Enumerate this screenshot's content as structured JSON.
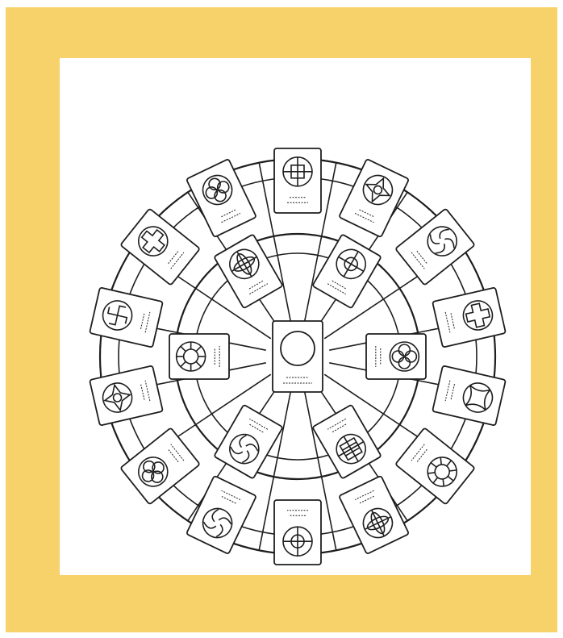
{
  "colors": {
    "frame": "#F7D26A",
    "panel": "#FFFFFF",
    "ink": "#1E1E1E"
  },
  "diagram": {
    "rings": 3,
    "radial_spokes": 16,
    "center_card": {
      "icon": "plain-circle-icon",
      "label": "",
      "caption": ""
    },
    "cards": [
      {
        "ring": "outer",
        "icon": "quartered-circle-icon",
        "label": ""
      },
      {
        "ring": "outer",
        "icon": "four-point-star-icon",
        "label": ""
      },
      {
        "ring": "outer",
        "icon": "pinwheel-circle-icon",
        "label": ""
      },
      {
        "ring": "outer",
        "icon": "cross-window-icon",
        "label": ""
      },
      {
        "ring": "outer",
        "icon": "concave-square-circle-icon",
        "label": ""
      },
      {
        "ring": "outer",
        "icon": "ring-medallion-icon",
        "label": ""
      },
      {
        "ring": "outer",
        "icon": "crossed-knot-icon",
        "label": ""
      },
      {
        "ring": "outer",
        "icon": "crosshair-spiral-icon",
        "label": ""
      },
      {
        "ring": "outer",
        "icon": "curved-swirl-icon",
        "label": ""
      },
      {
        "ring": "outer",
        "icon": "petal-circle-icon",
        "label": ""
      },
      {
        "ring": "outer",
        "icon": "star-wheel-icon",
        "label": ""
      },
      {
        "ring": "outer",
        "icon": "swastika-square-icon",
        "label": ""
      },
      {
        "ring": "outer",
        "icon": "cross-shield-icon",
        "label": ""
      },
      {
        "ring": "outer",
        "icon": "clover-wheel-icon",
        "label": ""
      },
      {
        "ring": "inner",
        "icon": "target-plus-icon",
        "label": ""
      },
      {
        "ring": "inner",
        "icon": "four-lobe-flower-icon",
        "label": ""
      },
      {
        "ring": "inner",
        "icon": "grid-compass-icon",
        "label": ""
      },
      {
        "ring": "inner",
        "icon": "pinwheel-blades-icon",
        "label": ""
      },
      {
        "ring": "inner",
        "icon": "segment-wheel-icon",
        "label": ""
      },
      {
        "ring": "inner",
        "icon": "leaf-cross-icon",
        "label": ""
      }
    ]
  }
}
